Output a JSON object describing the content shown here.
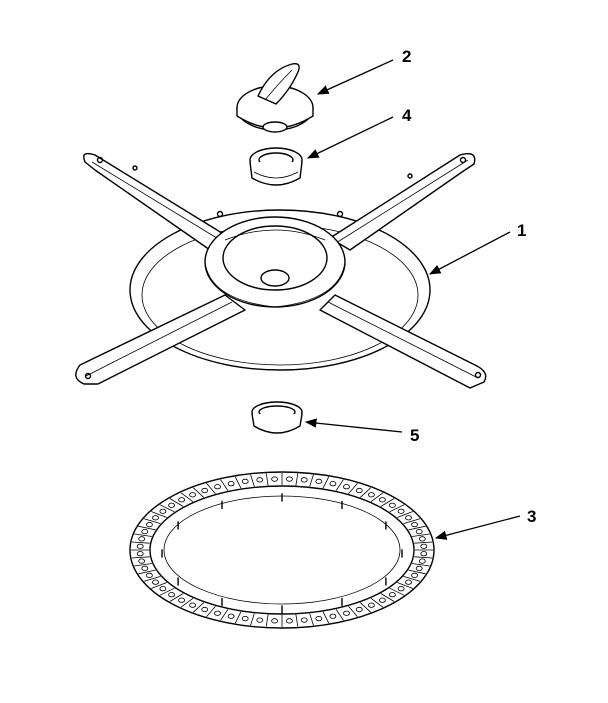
{
  "diagram": {
    "parts": [
      {
        "id": "spray-arm",
        "callout": "1"
      },
      {
        "id": "cap",
        "callout": "2"
      },
      {
        "id": "filter-ring",
        "callout": "3"
      },
      {
        "id": "bearing",
        "callout": "4"
      },
      {
        "id": "seal",
        "callout": "5"
      }
    ],
    "colors": {
      "ink": "#000000",
      "paper": "#ffffff"
    }
  }
}
